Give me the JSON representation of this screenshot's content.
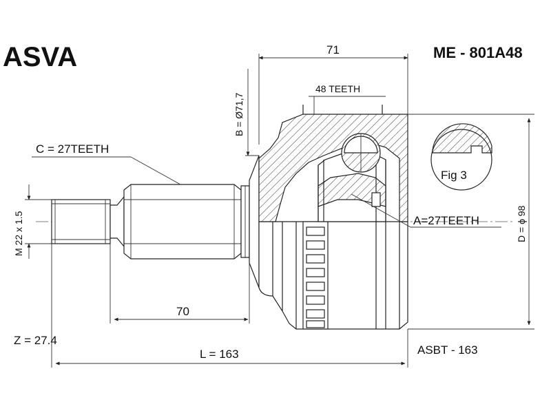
{
  "brand": "ASVA",
  "part_number": "ME - 801A48",
  "dimensions": {
    "outer_length": "71",
    "teeth_48": "48 TEETH",
    "diameter_b": "B = Ø71,7",
    "diameter_d": "D = ϕ 98",
    "thread": "M 22 x 1.5",
    "stem_length": "70",
    "total_length": "L = 163"
  },
  "labels": {
    "spline_c": "C = 27TEETH",
    "spline_a": "A=27TEETH",
    "fig": "Fig 3",
    "z_value": "Z = 27.4",
    "cross_ref": "ASBT - 163"
  }
}
